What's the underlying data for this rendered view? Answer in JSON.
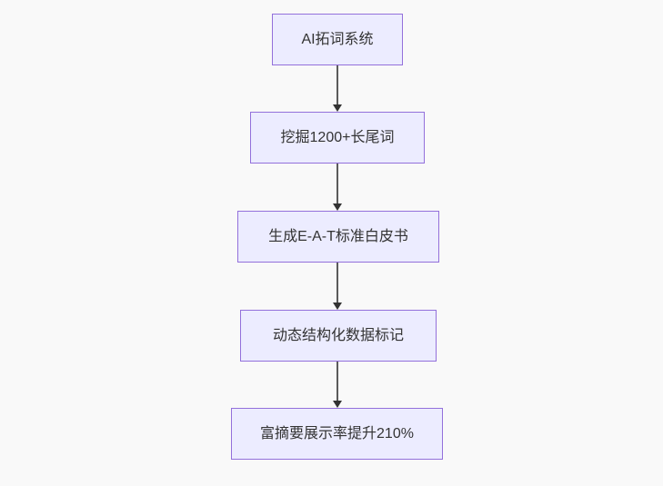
{
  "diagram": {
    "type": "flowchart",
    "direction": "top-down",
    "colors": {
      "canvas_bg": "#f9f9f9",
      "node_fill": "#ECECFF",
      "node_border": "#9370DB",
      "node_text": "#333333",
      "edge_line": "#5b5b5b",
      "edge_arrow": "#333333"
    },
    "nodes": [
      {
        "id": "n1",
        "label": "AI拓词系统"
      },
      {
        "id": "n2",
        "label": "挖掘1200+长尾词"
      },
      {
        "id": "n3",
        "label": "生成E-A-T标准白皮书"
      },
      {
        "id": "n4",
        "label": "动态结构化数据标记"
      },
      {
        "id": "n5",
        "label": "富摘要展示率提升210%"
      }
    ],
    "edges": [
      {
        "from": "n1",
        "to": "n2",
        "arrowhead": "triangle-down"
      },
      {
        "from": "n2",
        "to": "n3",
        "arrowhead": "triangle-down"
      },
      {
        "from": "n3",
        "to": "n4",
        "arrowhead": "triangle-down"
      },
      {
        "from": "n4",
        "to": "n5",
        "arrowhead": "triangle-down"
      }
    ]
  }
}
